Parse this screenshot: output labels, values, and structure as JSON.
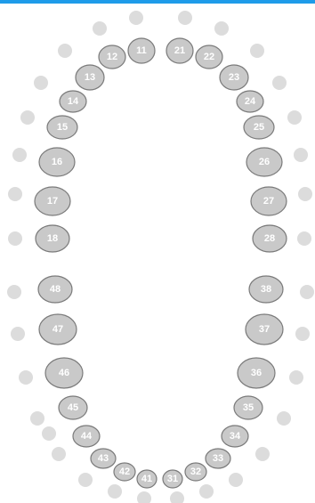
{
  "colors": {
    "accent": "#1e9be9",
    "tooth_fill": "#c9c9c9",
    "tooth_stroke": "#7a7a7a",
    "tooth_label": "#ffffff",
    "dot": "#dcdcdc"
  },
  "teeth": {
    "upper": [
      {
        "label": "18"
      },
      {
        "label": "17"
      },
      {
        "label": "16"
      },
      {
        "label": "15"
      },
      {
        "label": "14"
      },
      {
        "label": "13"
      },
      {
        "label": "12"
      },
      {
        "label": "11"
      },
      {
        "label": "21"
      },
      {
        "label": "22"
      },
      {
        "label": "23"
      },
      {
        "label": "24"
      },
      {
        "label": "25"
      },
      {
        "label": "26"
      },
      {
        "label": "27"
      },
      {
        "label": "28"
      }
    ],
    "lower": [
      {
        "label": "48"
      },
      {
        "label": "47"
      },
      {
        "label": "46"
      },
      {
        "label": "45"
      },
      {
        "label": "44"
      },
      {
        "label": "43"
      },
      {
        "label": "42"
      },
      {
        "label": "41"
      },
      {
        "label": "31"
      },
      {
        "label": "32"
      },
      {
        "label": "33"
      },
      {
        "label": "34"
      },
      {
        "label": "35"
      },
      {
        "label": "36"
      },
      {
        "label": "37"
      },
      {
        "label": "38"
      }
    ]
  }
}
